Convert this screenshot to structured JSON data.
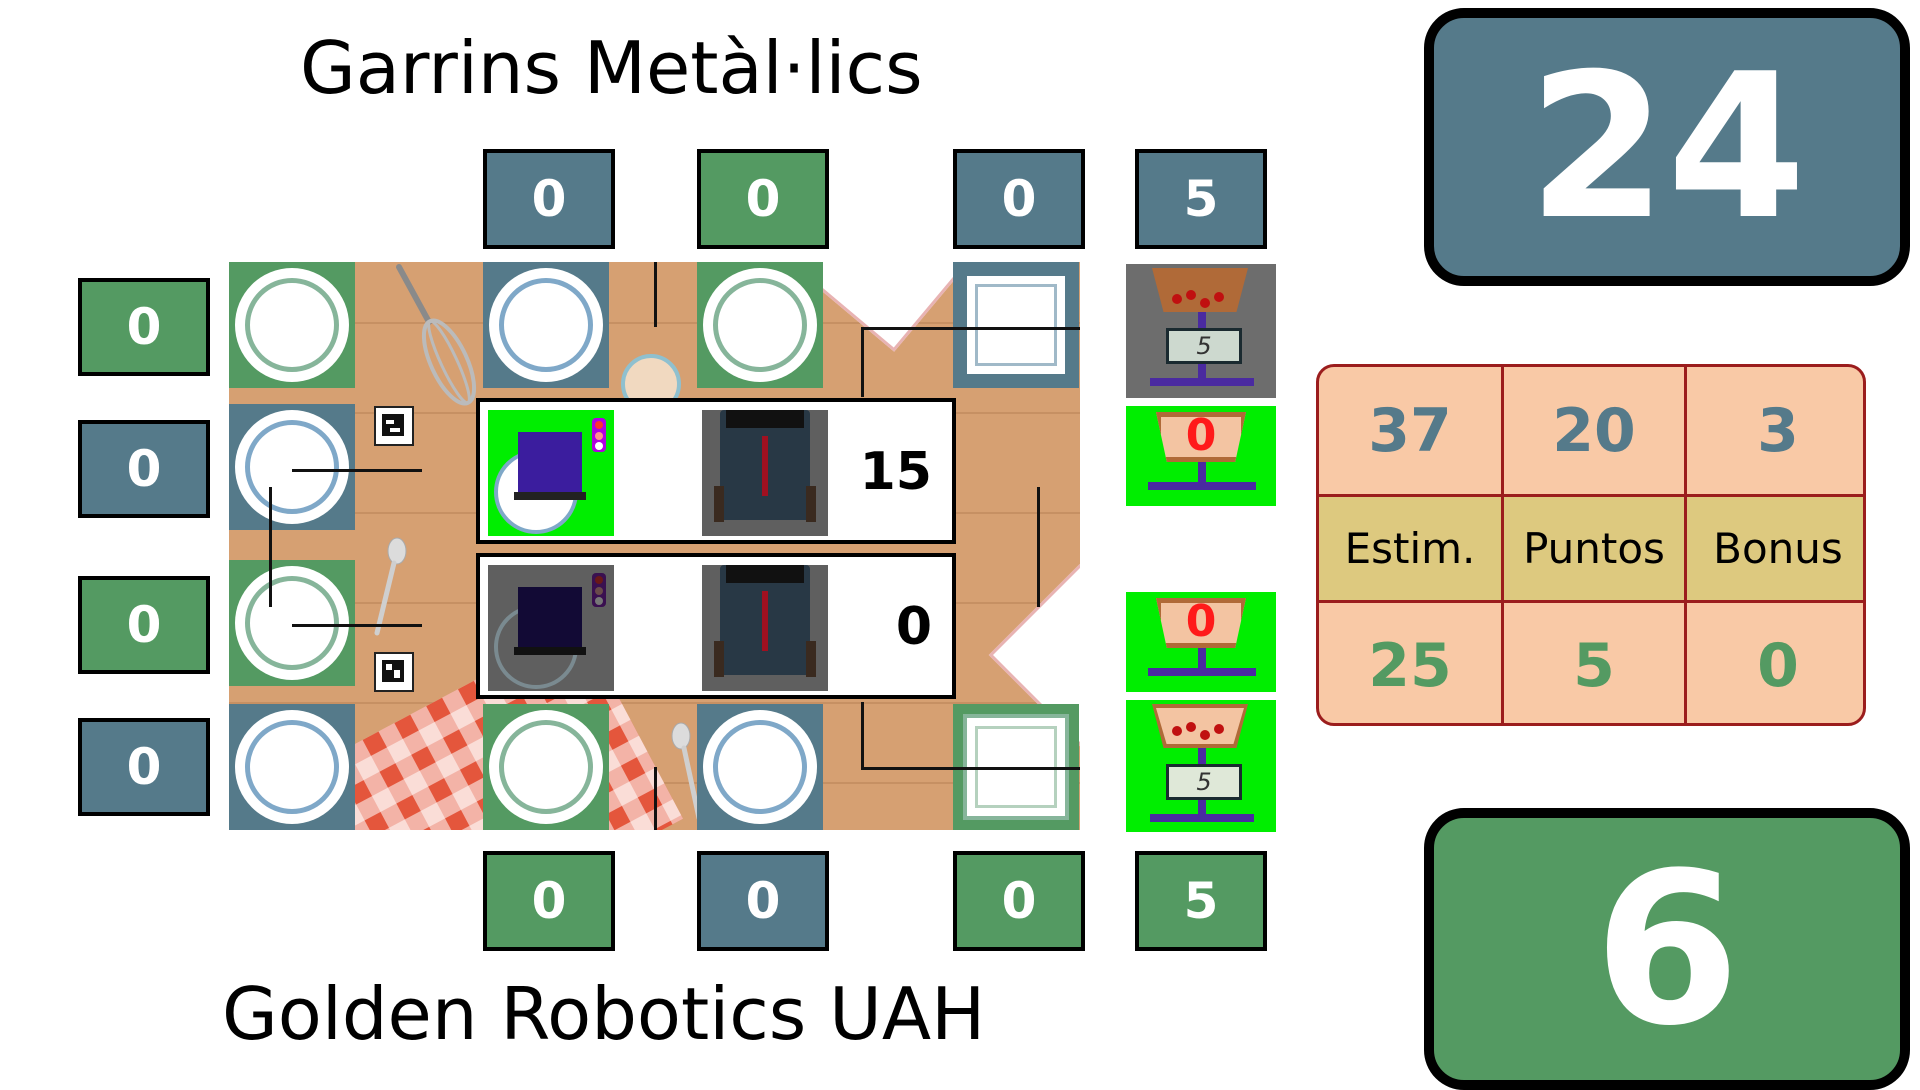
{
  "top_team": {
    "name": "Garrins Metàl·lics",
    "score": "24",
    "color": "#557a8a"
  },
  "bottom_team": {
    "name": "Golden Robotics UAH",
    "score": "6",
    "color": "#549a62"
  },
  "top_counters": [
    "0",
    "0",
    "0",
    "5"
  ],
  "bottom_counters": [
    "0",
    "0",
    "0",
    "5"
  ],
  "left_counters": [
    "0",
    "0",
    "0",
    "0"
  ],
  "robots": [
    {
      "score": "15"
    },
    {
      "score": "0"
    }
  ],
  "baskets": {
    "top_scale": "5",
    "top_counter": "0",
    "bottom_counter": "0",
    "bottom_scale": "5"
  },
  "stats": {
    "top_row": [
      "37",
      "20",
      "3"
    ],
    "labels": [
      "Estim.",
      "Puntos",
      "Bonus"
    ],
    "bottom_row": [
      "25",
      "5",
      "0"
    ]
  }
}
